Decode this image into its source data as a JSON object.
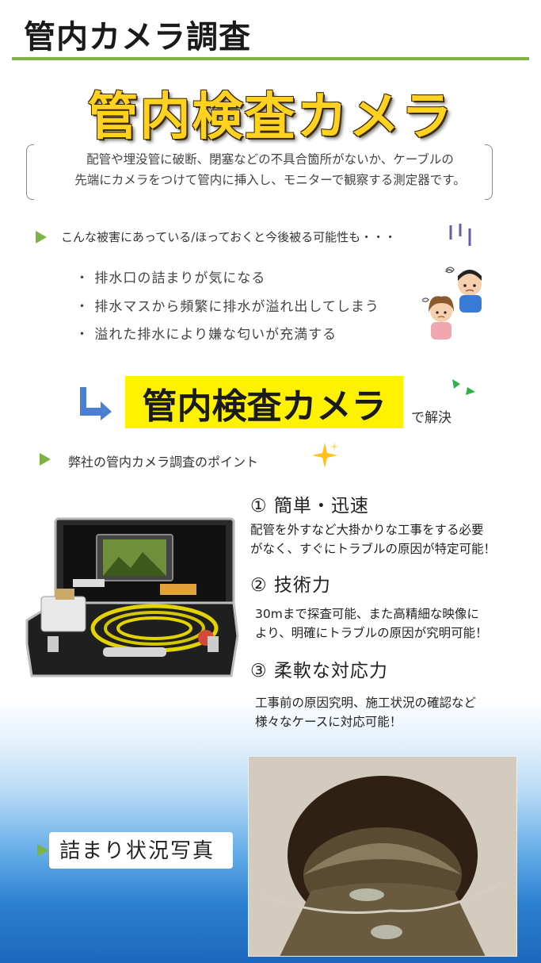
{
  "header": {
    "title": "管内カメラ調査"
  },
  "hero": {
    "heading": "管内検査カメラ"
  },
  "description": {
    "line1": "配管や埋没管に破断、閉塞などの不具合箇所がないか、ケーブルの",
    "line2": "先端にカメラをつけて管内に挿入し、モニターで観察する測定器です。"
  },
  "damage": {
    "intro": "こんな被害にあっている/ほっておくと今後被る可能性も・・・",
    "items": [
      "・ 排水口の詰まりが気になる",
      "・ 排水マスから頻繁に排水が溢れ出してしまう",
      "・ 溢れた排水により嫌な匂いが充満する"
    ]
  },
  "solution": {
    "highlight": "管内検査カメラ",
    "suffix": "で解決"
  },
  "points": {
    "intro": "弊社の管内カメラ調査のポイント",
    "items": [
      {
        "title": "① 簡単・迅速",
        "lines": [
          "配管を外すなど大掛かりな工事をする必要",
          "がなく、すぐにトラブルの原因が特定可能！"
        ]
      },
      {
        "title": "② 技術力",
        "lines": [
          "30mまで探査可能、また高精細な映像に",
          "より、明確にトラブルの原因が究明可能！"
        ]
      },
      {
        "title": "③ 柔軟な対応力",
        "lines": [
          "工事前の原因究明、施工状況の確認など",
          "様々なケースに対応可能！"
        ]
      }
    ]
  },
  "photo": {
    "label": "詰まり状況写真"
  },
  "icons": {
    "sparkle": "sparkle-icon",
    "arrow": "corner-arrow-icon",
    "bullet": "triangle-bullet-icon"
  },
  "colors": {
    "accent_green": "#7cb342",
    "heading_yellow": "#ffd21f",
    "highlight_yellow": "#fff200",
    "arrow_blue": "#4a7fd4"
  }
}
